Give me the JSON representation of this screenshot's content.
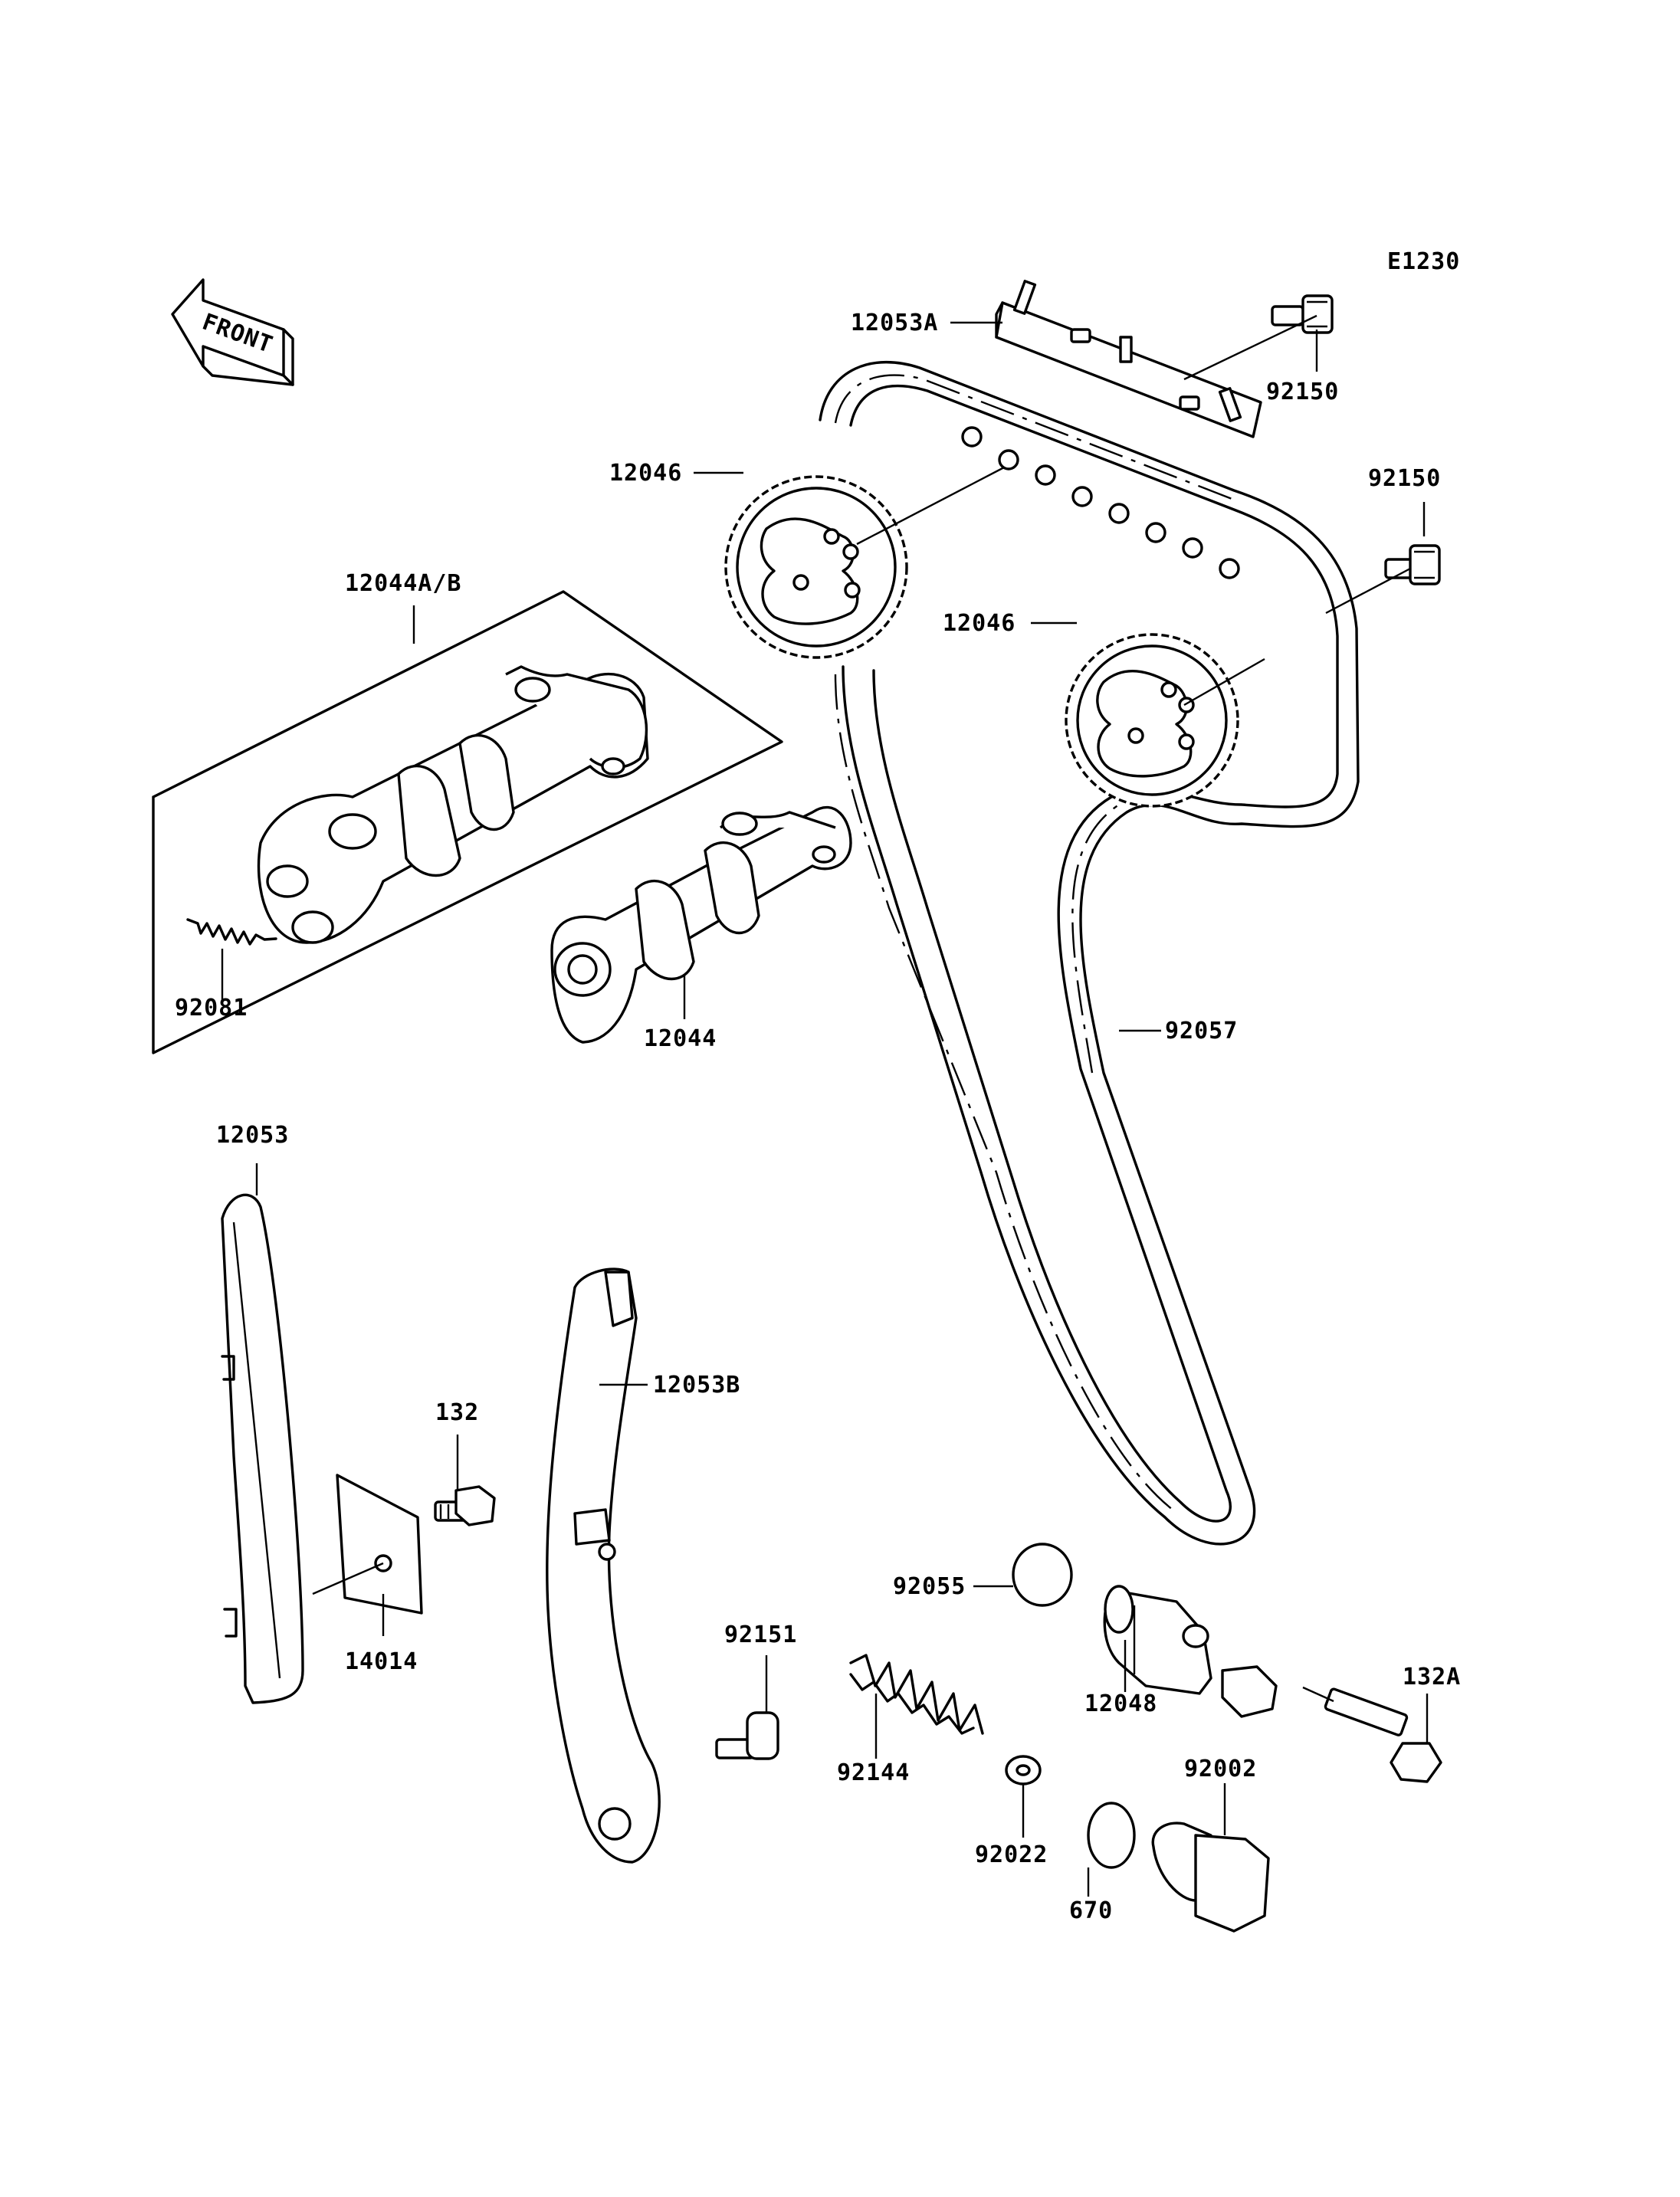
{
  "diagram_code": "E1230",
  "front_label": "FRONT",
  "parts": {
    "p12053A": "12053A",
    "p92150_top": "92150",
    "p92150_right": "92150",
    "p12046_left": "12046",
    "p12046_right": "12046",
    "p12044AB": "12044A/B",
    "p92081": "92081",
    "p12044": "12044",
    "p92057": "92057",
    "p12053": "12053",
    "p12053B": "12053B",
    "p132": "132",
    "p14014": "14014",
    "p92055": "92055",
    "p12048": "12048",
    "p132A": "132A",
    "p92151": "92151",
    "p92144": "92144",
    "p92022": "92022",
    "p92002": "92002",
    "p670": "670"
  }
}
